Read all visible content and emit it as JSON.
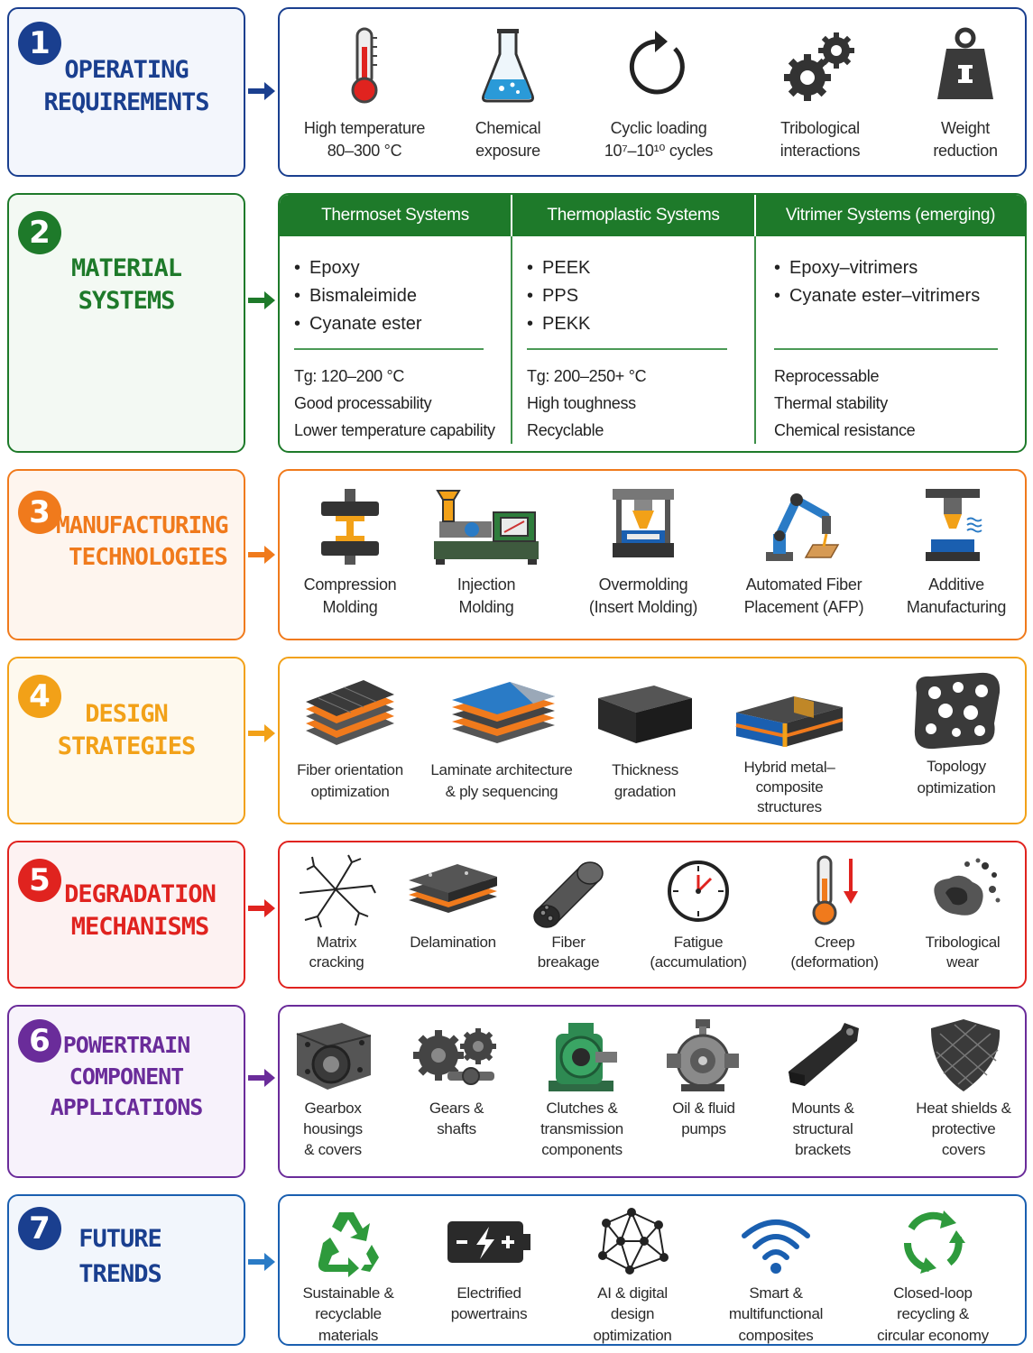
{
  "colors": {
    "blue": "#1a3f8f",
    "green": "#1e7a2a",
    "orange": "#f07a1c",
    "amber": "#f2a118",
    "red": "#e0231f",
    "purple": "#6a2c9a"
  },
  "sections": [
    {
      "number": "1",
      "title": [
        "OPERATING",
        "REQUIREMENTS"
      ],
      "items": [
        {
          "icon": "thermometer-icon",
          "label": [
            "High temperature",
            "80–300 °C"
          ]
        },
        {
          "icon": "flask-icon",
          "label": [
            "Chemical",
            "exposure"
          ]
        },
        {
          "icon": "cycle-arrow-icon",
          "label": [
            "Cyclic loading",
            "10⁷–10¹⁰ cycles"
          ]
        },
        {
          "icon": "gears-icon",
          "label": [
            "Tribological",
            "interactions"
          ]
        },
        {
          "icon": "weight-icon",
          "label": [
            "Weight",
            "reduction"
          ]
        }
      ]
    },
    {
      "number": "2",
      "title": [
        "MATERIAL",
        "SYSTEMS"
      ],
      "columns": [
        {
          "header": "Thermoset Systems",
          "bullets": [
            "Epoxy",
            "Bismaleimide",
            "Cyanate ester"
          ],
          "props": [
            "Tg: 120–200 °C",
            "Good processability",
            "Lower temperature capability"
          ]
        },
        {
          "header": "Thermoplastic Systems",
          "bullets": [
            "PEEK",
            "PPS",
            "PEKK"
          ],
          "props": [
            "Tg: 200–250+ °C",
            "High toughness",
            "Recyclable"
          ]
        },
        {
          "header": "Vitrimer Systems (emerging)",
          "bullets": [
            "Epoxy–vitrimers",
            "Cyanate ester–vitrimers"
          ],
          "props": [
            "Reprocessable",
            "Thermal stability",
            "Chemical resistance"
          ]
        }
      ]
    },
    {
      "number": "3",
      "title": [
        "MANUFACTURING",
        "TECHNOLOGIES"
      ],
      "items": [
        {
          "icon": "compression-press-icon",
          "label": [
            "Compression",
            "Molding"
          ]
        },
        {
          "icon": "injection-machine-icon",
          "label": [
            "Injection",
            "Molding"
          ]
        },
        {
          "icon": "overmold-press-icon",
          "label": [
            "Overmolding",
            "(Insert Molding)"
          ]
        },
        {
          "icon": "robot-arm-icon",
          "label": [
            "Automated Fiber",
            "Placement (AFP)"
          ]
        },
        {
          "icon": "3d-printer-icon",
          "label": [
            "Additive",
            "Manufacturing"
          ]
        }
      ]
    },
    {
      "number": "4",
      "title": [
        "DESIGN",
        "STRATEGIES"
      ],
      "items": [
        {
          "icon": "fiber-layers-icon",
          "label": [
            "Fiber orientation",
            "optimization"
          ]
        },
        {
          "icon": "laminate-icon",
          "label": [
            "Laminate architecture",
            "& ply sequencing"
          ]
        },
        {
          "icon": "thick-block-icon",
          "label": [
            "Thickness",
            "gradation"
          ]
        },
        {
          "icon": "hybrid-stack-icon",
          "label": [
            "Hybrid metal–",
            "composite",
            "structures"
          ]
        },
        {
          "icon": "lattice-part-icon",
          "label": [
            "Topology",
            "optimization"
          ]
        }
      ]
    },
    {
      "number": "5",
      "title": [
        "DEGRADATION",
        "MECHANISMS"
      ],
      "items": [
        {
          "icon": "crack-icon",
          "label": [
            "Matrix",
            "cracking"
          ]
        },
        {
          "icon": "delamination-icon",
          "label": [
            "Delamination"
          ]
        },
        {
          "icon": "fiber-bundle-icon",
          "label": [
            "Fiber",
            "breakage"
          ]
        },
        {
          "icon": "clock-icon",
          "label": [
            "Fatigue",
            "(accumulation)"
          ]
        },
        {
          "icon": "thermometer-down-icon",
          "label": [
            "Creep",
            "(deformation)"
          ]
        },
        {
          "icon": "wear-debris-icon",
          "label": [
            "Tribological",
            "wear"
          ]
        }
      ]
    },
    {
      "number": "6",
      "title": [
        "POWERTRAIN",
        "COMPONENT",
        "APPLICATIONS"
      ],
      "items": [
        {
          "icon": "gearbox-housing-icon",
          "label": [
            "Gearbox",
            "housings",
            "& covers"
          ]
        },
        {
          "icon": "gear-shaft-icon",
          "label": [
            "Gears &",
            "shafts"
          ]
        },
        {
          "icon": "clutch-icon",
          "label": [
            "Clutches &",
            "transmission",
            "components"
          ]
        },
        {
          "icon": "pump-icon",
          "label": [
            "Oil & fluid",
            "pumps"
          ]
        },
        {
          "icon": "bracket-icon",
          "label": [
            "Mounts &",
            "structural",
            "brackets"
          ]
        },
        {
          "icon": "shield-icon",
          "label": [
            "Heat shields &",
            "protective",
            "covers"
          ]
        }
      ]
    },
    {
      "number": "7",
      "title": [
        "FUTURE",
        "TRENDS"
      ],
      "items": [
        {
          "icon": "recycle-icon",
          "label": [
            "Sustainable &",
            "recyclable",
            "materials"
          ]
        },
        {
          "icon": "battery-icon",
          "label": [
            "Electrified",
            "powertrains"
          ]
        },
        {
          "icon": "network-icon",
          "label": [
            "AI & digital",
            "design",
            "optimization"
          ]
        },
        {
          "icon": "wifi-icon",
          "label": [
            "Smart &",
            "multifunctional",
            "composites"
          ]
        },
        {
          "icon": "closed-loop-icon",
          "label": [
            "Closed-loop",
            "recycling &",
            "circular economy"
          ]
        }
      ]
    }
  ]
}
